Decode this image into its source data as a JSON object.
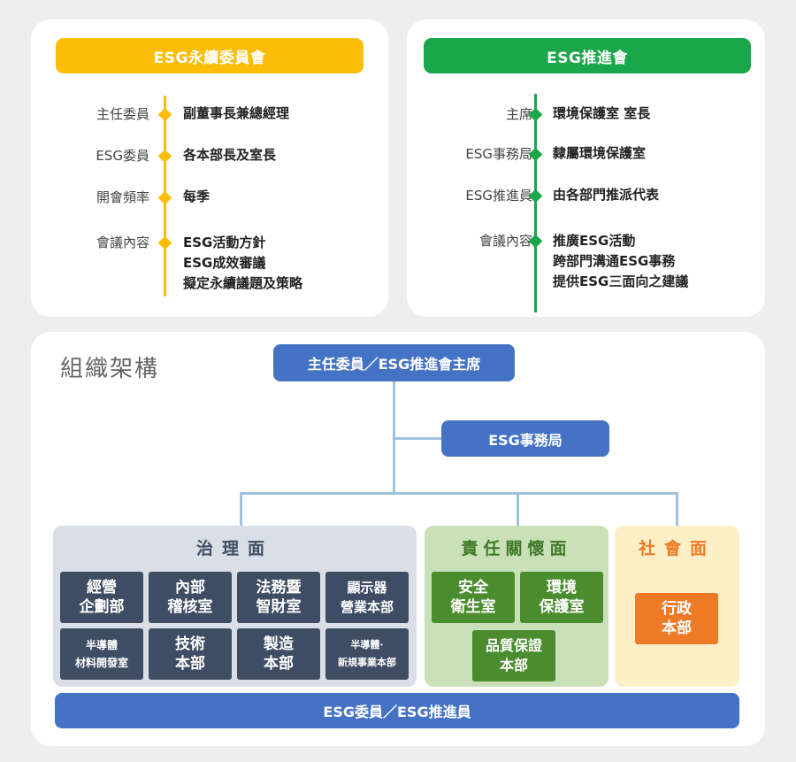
{
  "committee": {
    "title": "ESG永續委員會",
    "rows": [
      {
        "label": "主任委員",
        "value": "副董事長兼總經理"
      },
      {
        "label": "ESG委員",
        "value": "各本部長及室長"
      },
      {
        "label": "開會頻率",
        "value": "每季"
      },
      {
        "label": "會議內容",
        "value": "ESG活動方針\nESG成效審議\n擬定永續議題及策略"
      }
    ]
  },
  "promotion": {
    "title": "ESG推進會",
    "rows": [
      {
        "label": "主席",
        "value": "環境保護室 室長"
      },
      {
        "label": "ESG事務局",
        "value": "隸屬環境保護室"
      },
      {
        "label": "ESG推進員",
        "value": "由各部門推派代表"
      },
      {
        "label": "會議內容",
        "value": "推廣ESG活動\n跨部門溝通ESG事務\n提供ESG三面向之建議"
      }
    ]
  },
  "org": {
    "title": "組織架構",
    "top": "主任委員／ESG推進會主席",
    "office": "ESG事務局",
    "governance": {
      "title": "治理面",
      "units": [
        "經營\n企劃部",
        "內部\n稽核室",
        "法務暨\n智財室",
        "顯示器\n營業本部",
        "半導體\n材料開發室",
        "技術\n本部",
        "製造\n本部",
        "半導體·\n新規事業本部"
      ]
    },
    "responsibility": {
      "title": "責任關懷面",
      "units": [
        "安全\n衛生室",
        "環境\n保護室",
        "品質保證\n本部"
      ]
    },
    "social": {
      "title": "社會面",
      "units": [
        "行政\n本部"
      ]
    },
    "bottom": "ESG委員／ESG推進員"
  },
  "colors": {
    "committee": "#fbbd08",
    "promotion": "#1aa64a",
    "blue": "#4472c4",
    "governance_bg": "#d9dee7",
    "responsibility_bg": "#c9e0b9",
    "social_bg": "#fdf0c9"
  }
}
